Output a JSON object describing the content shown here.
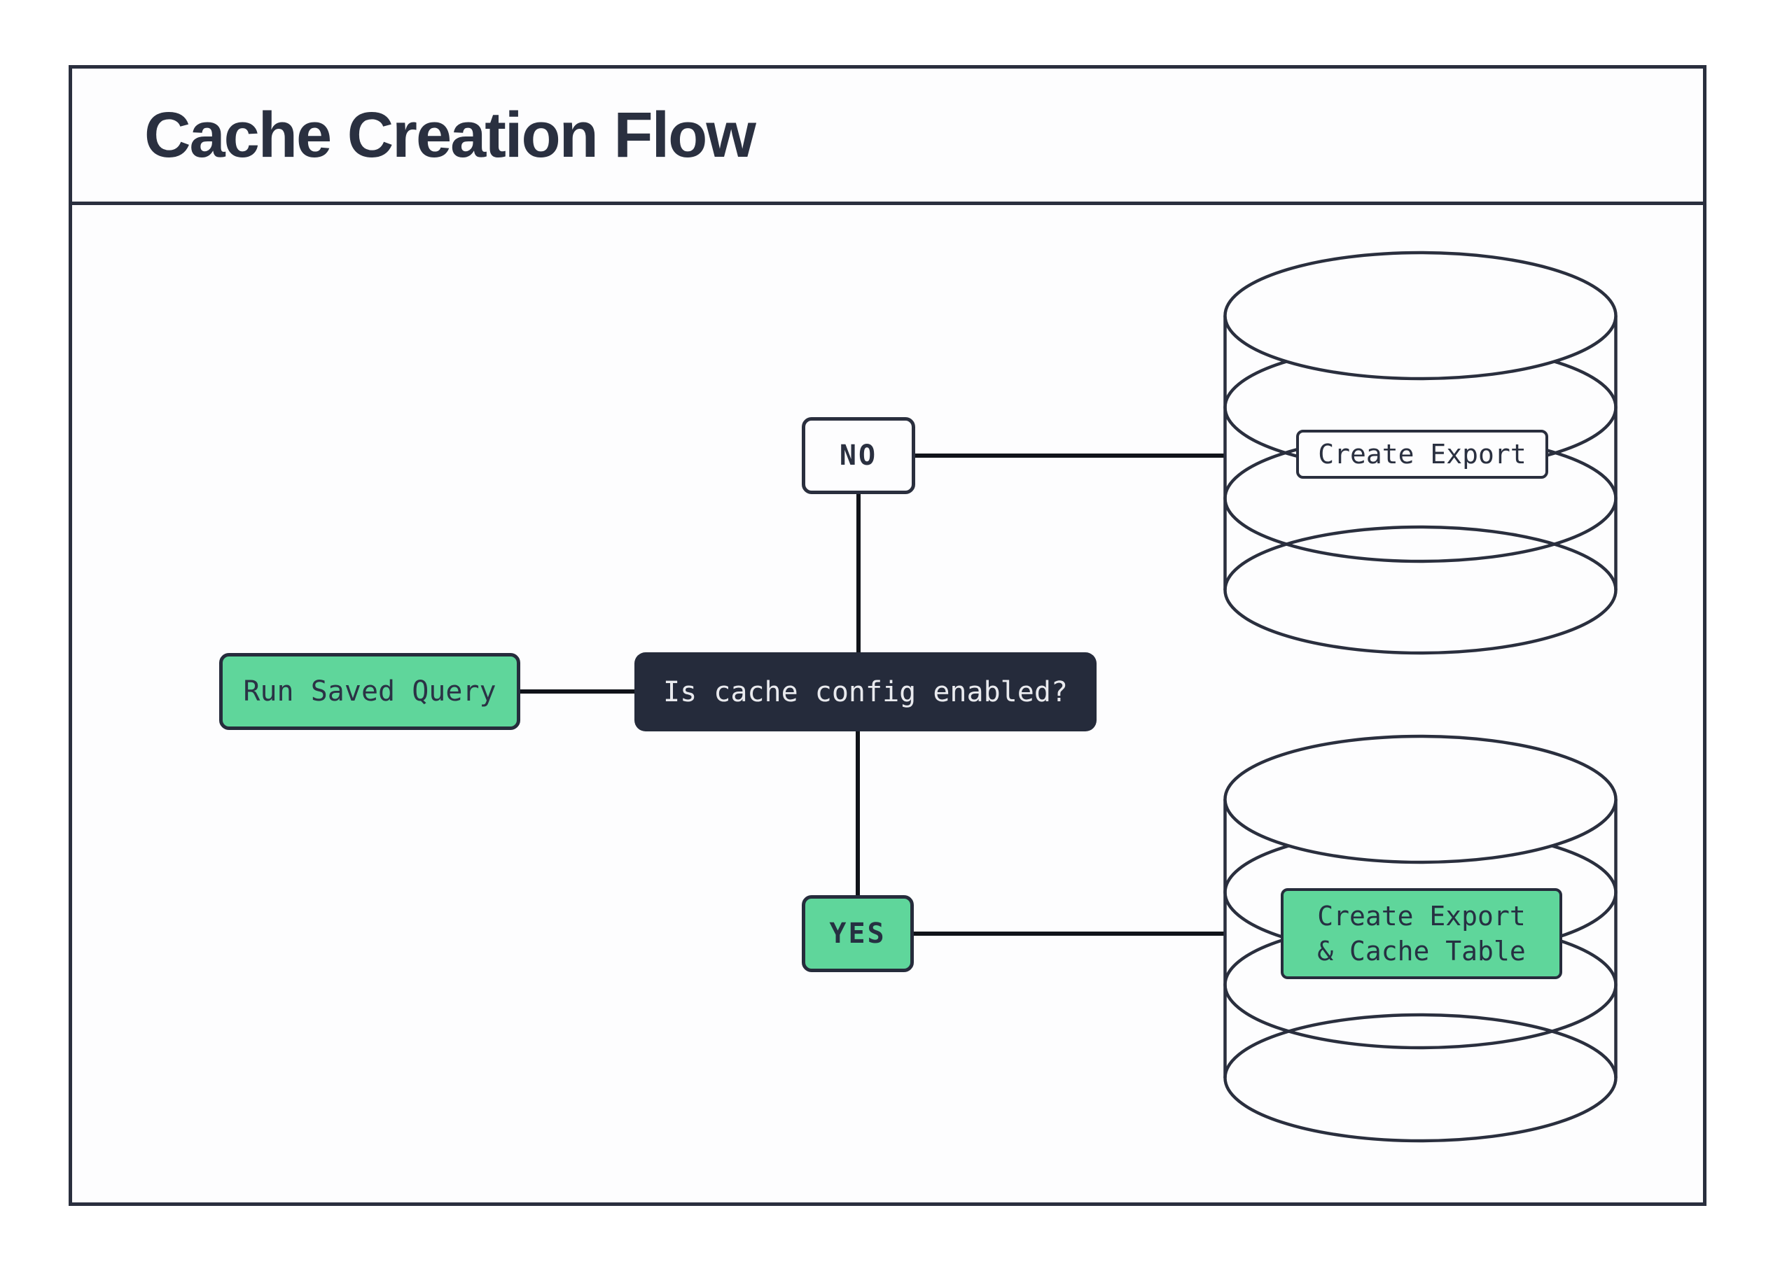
{
  "title": "Cache Creation Flow",
  "nodes": {
    "start": {
      "label": "Run Saved Query"
    },
    "decision": {
      "label": "Is cache config enabled?"
    },
    "branch_no": {
      "label": "NO"
    },
    "branch_yes": {
      "label": "YES"
    },
    "db_export": {
      "label": "Create Export"
    },
    "db_export_cache": {
      "label": "Create Export\n& Cache Table"
    }
  },
  "icons": {
    "no_branch_target": "database-cylinder-icon",
    "yes_branch_target": "database-cylinder-icon"
  },
  "colors": {
    "ink": "#2a2f3e",
    "connector": "#101319",
    "node_dark_bg": "#252b3b",
    "node_green_bg": "#5fd69b",
    "node_light_text": "#e9eaee",
    "node_dark_text": "#2b3245",
    "background": "#ffffff"
  }
}
